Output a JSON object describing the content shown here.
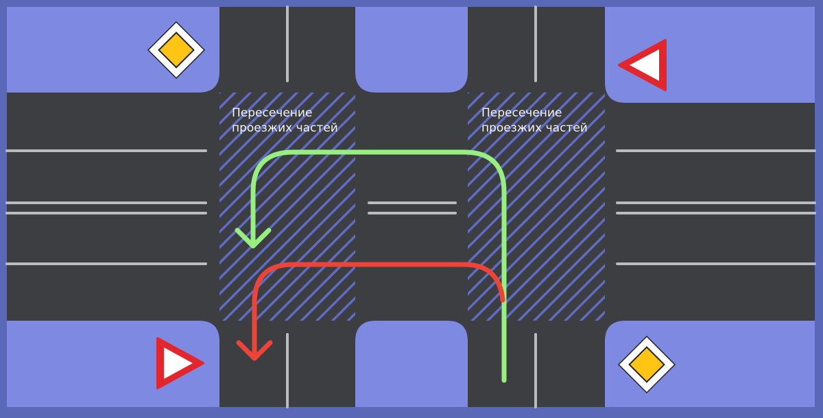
{
  "labels": {
    "left_intersection": [
      "Пересечение",
      "проезжих частей"
    ],
    "right_intersection": [
      "Пересечение",
      "проезжих частей"
    ]
  },
  "colors": {
    "frame": "#5a68b8",
    "road": "#3d3e42",
    "sidewalk": "#7e89e2",
    "lane_marking": "#b9bbc0",
    "hatch": "#5f6cc4",
    "green_route": "#97ef80",
    "red_route": "#ee4438",
    "sign_red": "#e3262c",
    "sign_yellow": "#ffc414",
    "label_text": "#f2f3f7"
  },
  "signs": {
    "top_left": "main-road-sign",
    "top_right": "give-way-sign",
    "bottom_left": "give-way-sign",
    "bottom_right": "main-road-sign"
  },
  "routes": {
    "green": "route-u-turn-green",
    "red": "route-left-turn-red"
  }
}
